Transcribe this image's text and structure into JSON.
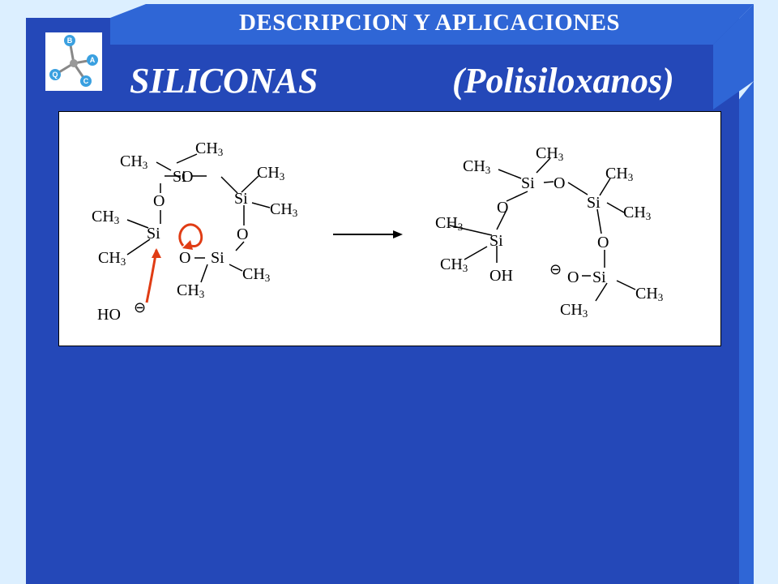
{
  "slide": {
    "header": "DESCRIPCION Y APLICACIONES",
    "title": "SILICONAS",
    "subtitle": "(Polisiloxanos)"
  },
  "logo": {
    "letters": [
      "B",
      "A",
      "C",
      "Q"
    ]
  },
  "reaction": {
    "reactant_labels": {
      "si_top": "Si",
      "si_right": "Si",
      "si_left": "Si",
      "si_bottom": "Si",
      "o_top": "O",
      "o_right": "O",
      "o_bottom": "O",
      "o_left": "O",
      "methyl": "CH",
      "methyl_sub": "3",
      "hydroxide": "HO",
      "charge": "⊖"
    },
    "product_labels": {
      "si_top": "Si",
      "si_right": "Si",
      "si_left": "Si",
      "si_bottom": "Si",
      "o_top": "O",
      "o_right": "O",
      "o_left": "O",
      "o_anion": "O",
      "hydroxyl": "OH",
      "methyl": "CH",
      "methyl_sub": "3",
      "charge": "⊖"
    },
    "arrow_color": "#e03c14"
  },
  "colors": {
    "slide_blue": "#2448b8",
    "header_blue": "#2f66d6",
    "frame_light": "#dcefff"
  }
}
